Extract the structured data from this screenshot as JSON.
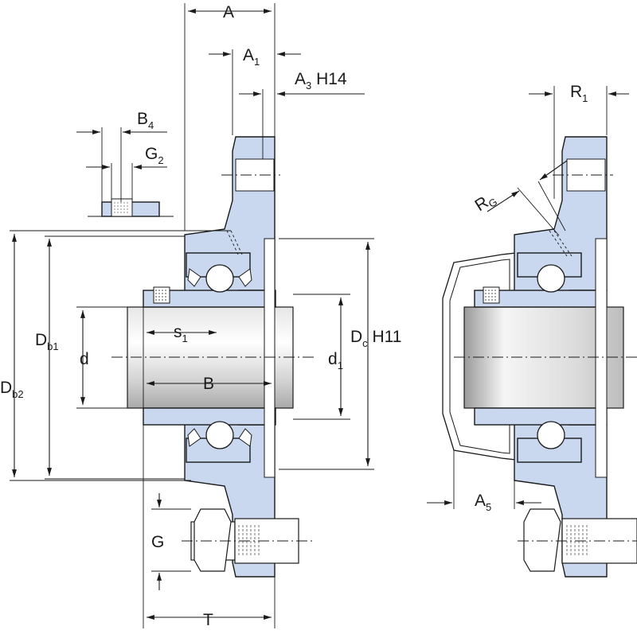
{
  "labels": {
    "A": {
      "main": "A",
      "sub": ""
    },
    "A1": {
      "main": "A",
      "sub": "1"
    },
    "A3": {
      "main": "A",
      "sub": "3",
      "suffix": " H14"
    },
    "B4": {
      "main": "B",
      "sub": "4"
    },
    "G2": {
      "main": "G",
      "sub": "2"
    },
    "Db1": {
      "main": "D",
      "sub": "b1"
    },
    "Db2": {
      "main": "D",
      "sub": "b2"
    },
    "d": {
      "main": "d",
      "sub": ""
    },
    "s1": {
      "main": "s",
      "sub": "1"
    },
    "B": {
      "main": "B",
      "sub": ""
    },
    "d1": {
      "main": "d",
      "sub": "1"
    },
    "Dc": {
      "main": "D",
      "sub": "c",
      "suffix": " H11"
    },
    "G": {
      "main": "G",
      "sub": ""
    },
    "T": {
      "main": "T",
      "sub": ""
    },
    "R1": {
      "main": "R",
      "sub": "1"
    },
    "RG": {
      "main": "R",
      "sub": "G"
    },
    "A5": {
      "main": "A",
      "sub": "5"
    }
  },
  "colors": {
    "housing": "#c9d8ee",
    "shaft_light": "#f2f2f2",
    "shaft_dark": "#a9a9a9",
    "line": "#1a1a1a"
  }
}
